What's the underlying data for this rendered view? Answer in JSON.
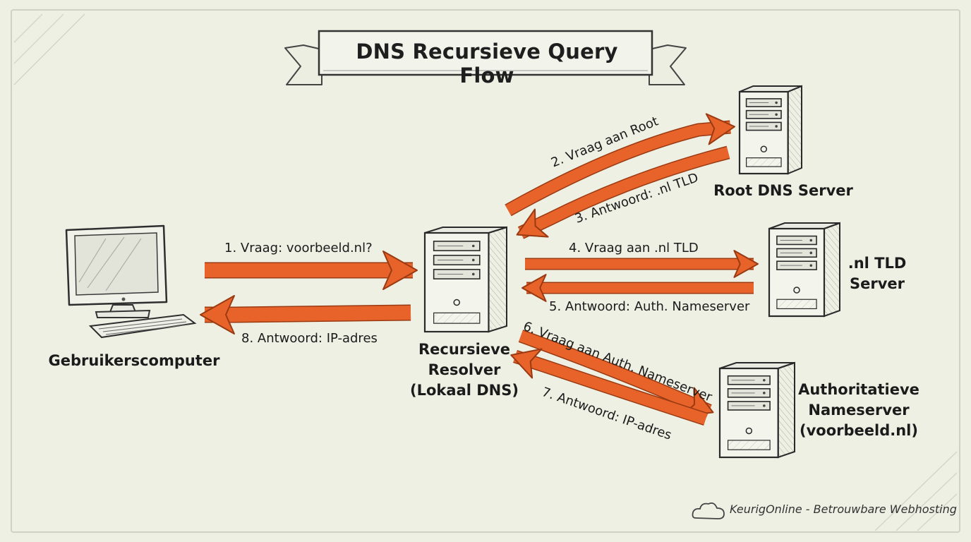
{
  "title": "DNS Recursieve Query Flow",
  "footer": {
    "brand_icon": "cloud-icon",
    "text": "KeurigOnline - Betrouwbare Webhosting"
  },
  "colors": {
    "background": "#eef0e4",
    "arrow": "#e8632a",
    "arrow_outline": "#9a3a12",
    "ink": "#2a2a2a"
  },
  "nodes": {
    "user_computer": {
      "icon": "desktop-computer-icon",
      "label": [
        "Gebruikerscomputer"
      ]
    },
    "resolver": {
      "icon": "server-tower-icon",
      "label": [
        "Recursieve",
        "Resolver",
        "(Lokaal DNS)"
      ]
    },
    "root_server": {
      "icon": "server-tower-icon",
      "label": [
        "Root DNS Server"
      ]
    },
    "tld_server": {
      "icon": "server-tower-icon",
      "label": [
        ".nl TLD",
        "Server"
      ]
    },
    "auth_server": {
      "icon": "server-tower-icon",
      "label": [
        "Authoritatieve",
        "Nameserver",
        "(voorbeeld.nl)"
      ]
    }
  },
  "edges": [
    {
      "step": 1,
      "label": "1. Vraag: voorbeeld.nl?",
      "from": "user_computer",
      "to": "resolver"
    },
    {
      "step": 2,
      "label": "2. Vraag aan Root",
      "from": "resolver",
      "to": "root_server"
    },
    {
      "step": 3,
      "label": "3. Antwoord: .nl TLD",
      "from": "root_server",
      "to": "resolver"
    },
    {
      "step": 4,
      "label": "4. Vraag aan .nl TLD",
      "from": "resolver",
      "to": "tld_server"
    },
    {
      "step": 5,
      "label": "5. Antwoord: Auth. Nameserver",
      "from": "tld_server",
      "to": "resolver"
    },
    {
      "step": 6,
      "label": "6. Vraag aan Auth. Nameserver",
      "from": "resolver",
      "to": "auth_server"
    },
    {
      "step": 7,
      "label": "7. Antwoord: IP-adres",
      "from": "auth_server",
      "to": "resolver"
    },
    {
      "step": 8,
      "label": "8. Antwoord: IP-adres",
      "from": "resolver",
      "to": "user_computer"
    }
  ]
}
